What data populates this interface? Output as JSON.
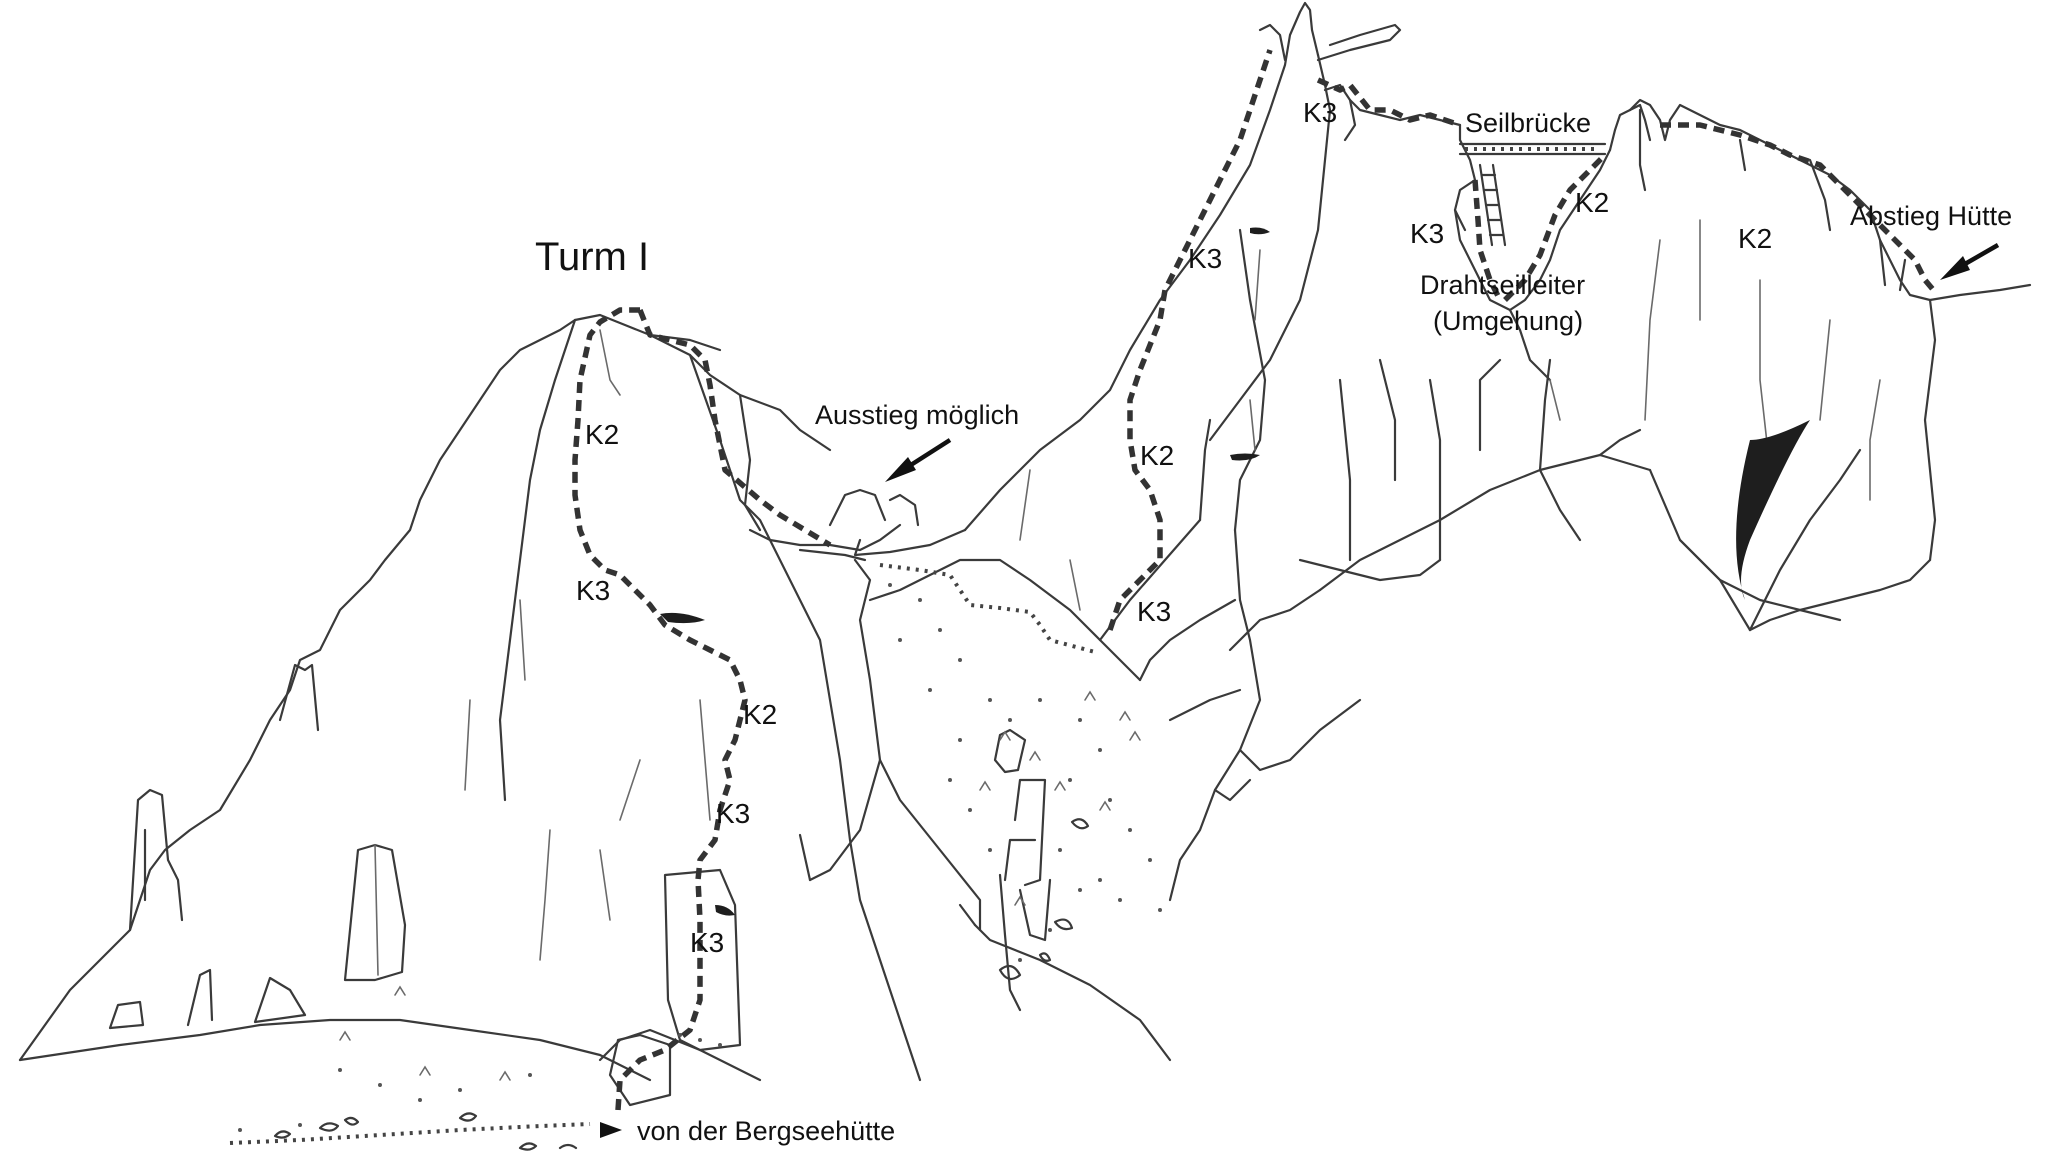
{
  "labels": {
    "turm": "Turm I",
    "ausstieg": "Ausstieg möglich",
    "seilbruecke": "Seilbrücke",
    "drahtseil": "Drahtseilleiter",
    "umgehung": "(Umgehung)",
    "abstieg": "Abstieg Hütte",
    "zustieg": "von der Bergseehütte"
  },
  "grades": [
    {
      "id": "g1",
      "text": "K2"
    },
    {
      "id": "g2",
      "text": "K3"
    },
    {
      "id": "g3",
      "text": "K2"
    },
    {
      "id": "g4",
      "text": "K3"
    },
    {
      "id": "g5",
      "text": "K3"
    },
    {
      "id": "g6",
      "text": "K3"
    },
    {
      "id": "g7",
      "text": "K2"
    },
    {
      "id": "g8",
      "text": "K3"
    },
    {
      "id": "g9",
      "text": "K3"
    },
    {
      "id": "g10",
      "text": "K3"
    },
    {
      "id": "g11",
      "text": "K2"
    },
    {
      "id": "g12",
      "text": "K2"
    }
  ],
  "colors": {
    "ink": "#111111",
    "route": "#333333",
    "background": "#ffffff"
  }
}
